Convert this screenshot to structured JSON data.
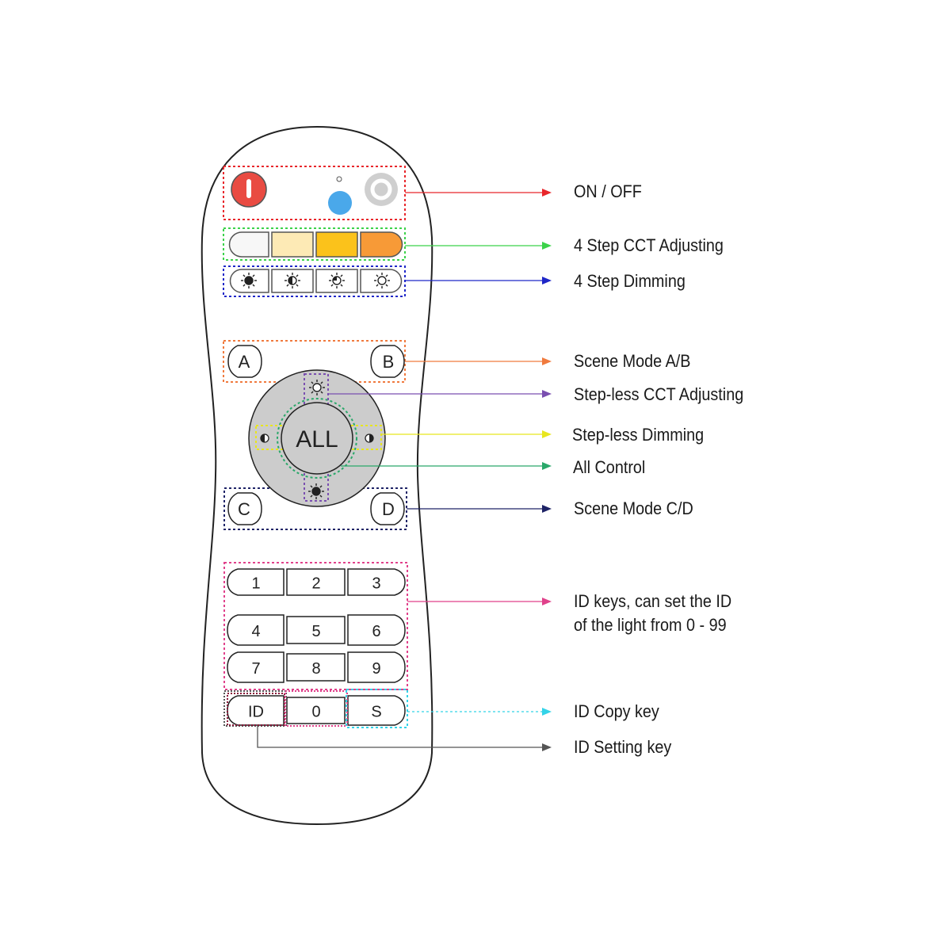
{
  "remote": {
    "all_label": "ALL",
    "scene_keys": [
      "A",
      "B",
      "C",
      "D"
    ],
    "number_keys": [
      "1",
      "2",
      "3",
      "4",
      "5",
      "6",
      "7",
      "8",
      "9"
    ],
    "bottom_keys": [
      "ID",
      "0",
      "S"
    ],
    "cct_colors": [
      "#f7f7f7",
      "#fdeab5",
      "#fbc21b",
      "#f79a37"
    ],
    "power_color": "#e94b42",
    "indicator_color": "#4aa8ea",
    "group_button_color": "#cfcfcf",
    "joystick_color": "#cccccc"
  },
  "callouts": [
    {
      "id": "on-off",
      "text": "ON / OFF",
      "color": "#e8262b"
    },
    {
      "id": "cct-4-step",
      "text": "4 Step CCT Adjusting",
      "color": "#3bd24a"
    },
    {
      "id": "dimming-4-step",
      "text": "4 Step Dimming",
      "color": "#1f27c8"
    },
    {
      "id": "scene-ab",
      "text": "Scene Mode A/B",
      "color": "#f07a3e"
    },
    {
      "id": "stepless-cct",
      "text": "Step-less CCT Adjusting",
      "color": "#7a4fb0"
    },
    {
      "id": "stepless-dimming",
      "text": "Step-less Dimming",
      "color": "#e8e61f"
    },
    {
      "id": "all-control",
      "text": "All Control",
      "color": "#2aa86a"
    },
    {
      "id": "scene-cd",
      "text": "Scene Mode C/D",
      "color": "#1e2366"
    },
    {
      "id": "id-keys",
      "text": "ID keys, can set the ID",
      "text2": "of the light from 0 - 99",
      "color": "#e0418b"
    },
    {
      "id": "id-copy",
      "text": "ID Copy key",
      "color": "#33d3e8"
    },
    {
      "id": "id-setting",
      "text": "ID Setting key",
      "color": "#555555"
    }
  ]
}
